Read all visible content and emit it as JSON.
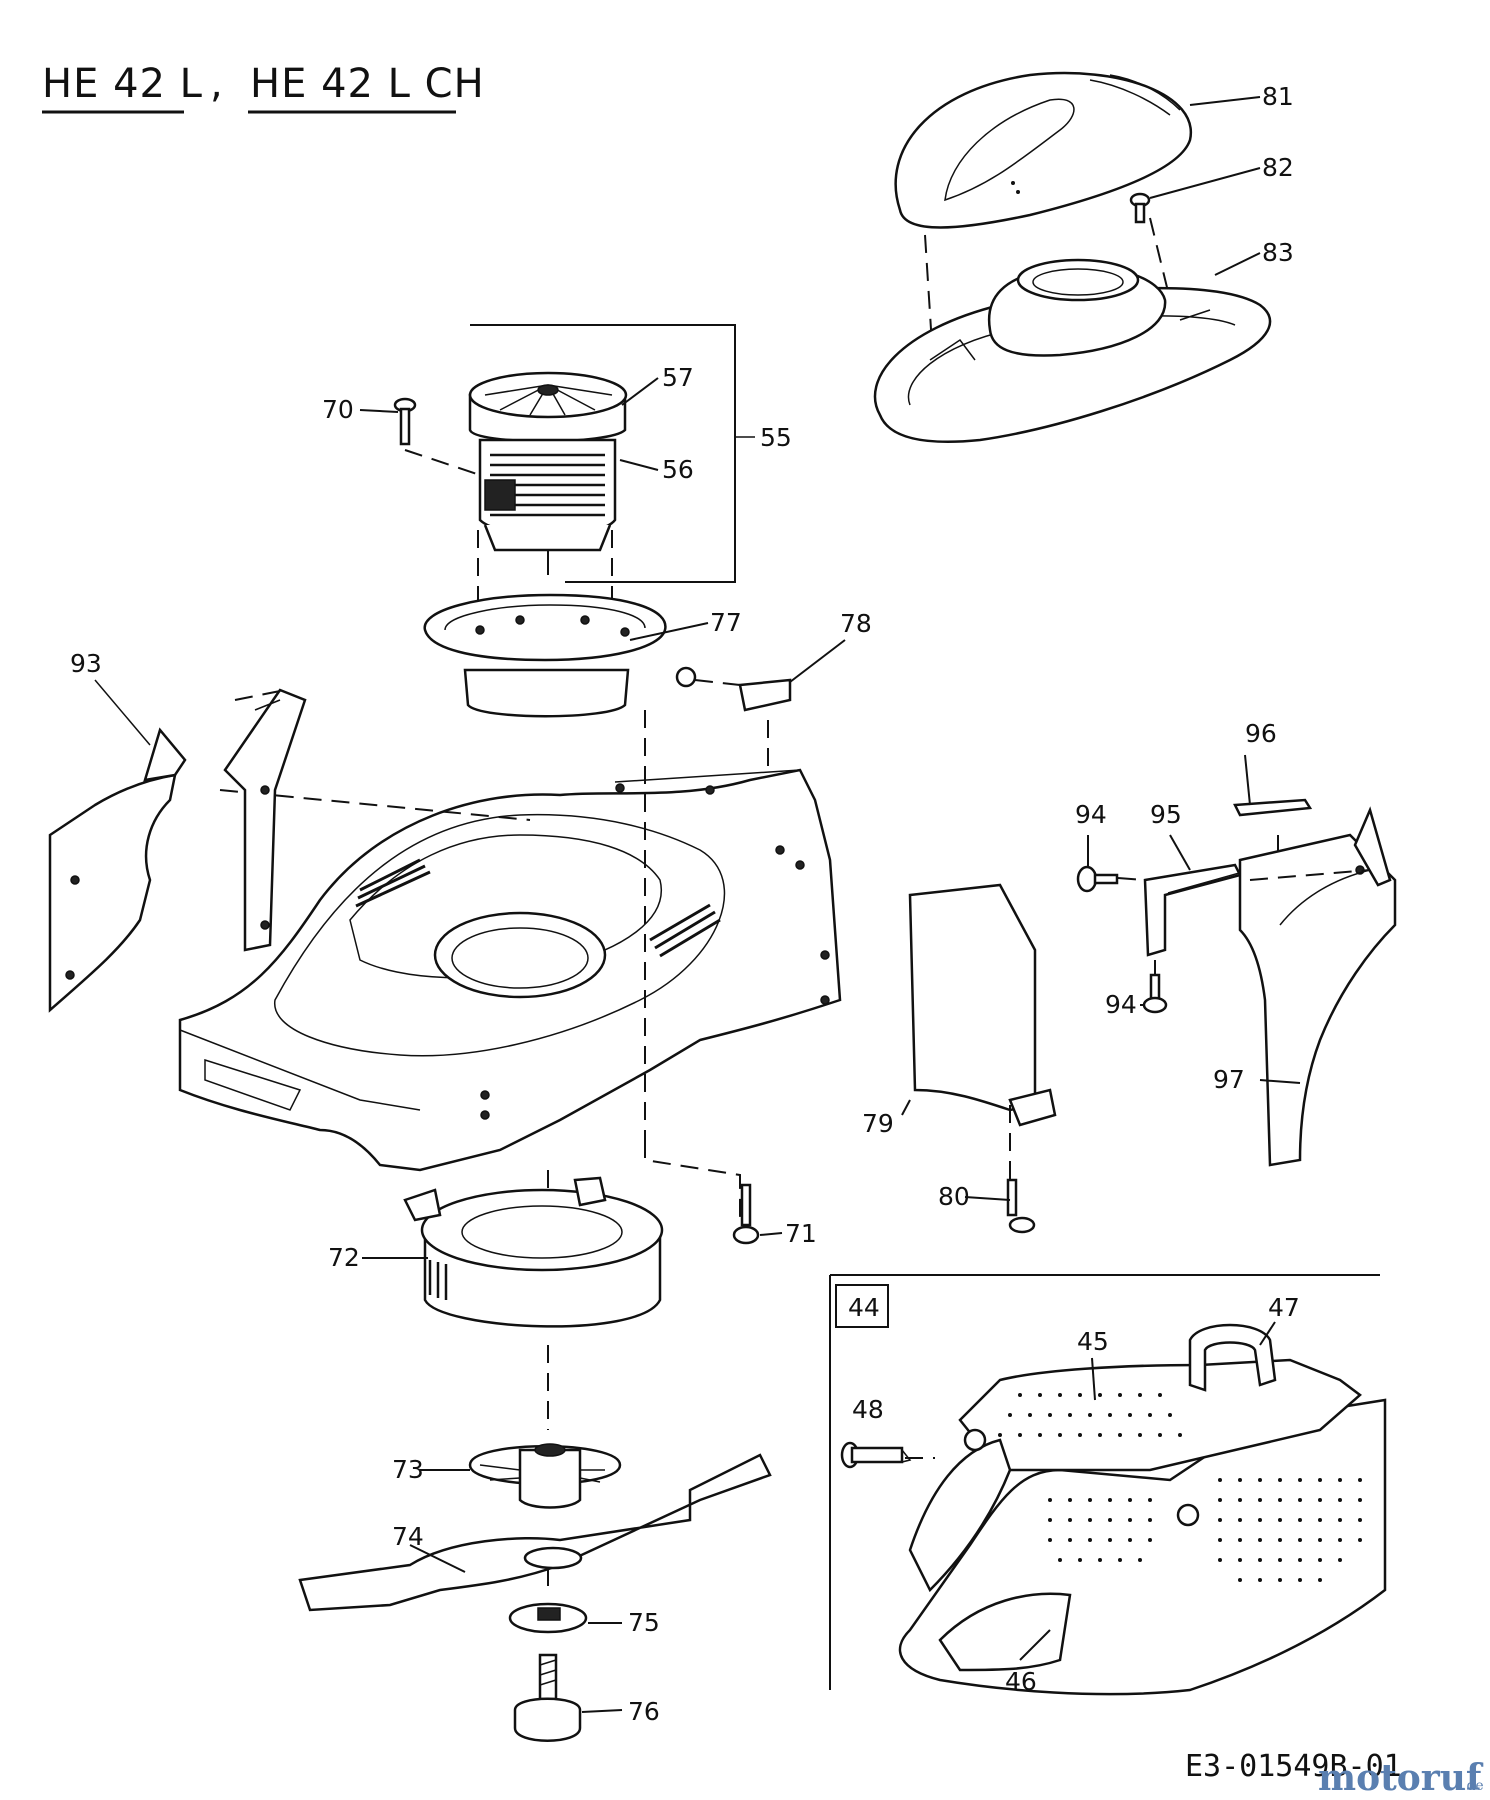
{
  "header": {
    "model_a": "HE 42 L",
    "separator": ",",
    "model_b": "HE 42 L CH"
  },
  "labels": {
    "p44": "44",
    "p45": "45",
    "p46": "46",
    "p47": "47",
    "p48": "48",
    "p55": "55",
    "p56": "56",
    "p57": "57",
    "p70": "70",
    "p71": "71",
    "p72": "72",
    "p73": "73",
    "p74": "74",
    "p75": "75",
    "p76": "76",
    "p77": "77",
    "p78": "78",
    "p79": "79",
    "p80": "80",
    "p81": "81",
    "p82": "82",
    "p83": "83",
    "p93": "93",
    "p94a": "94",
    "p94b": "94",
    "p95": "95",
    "p96": "96",
    "p97": "97"
  },
  "footer": {
    "drawing_code": "E3-01549B-01",
    "brand": "motoruf",
    "brand_suffix": ".de"
  },
  "colors": {
    "line": "#111111",
    "brand": "#5a7fb0"
  }
}
